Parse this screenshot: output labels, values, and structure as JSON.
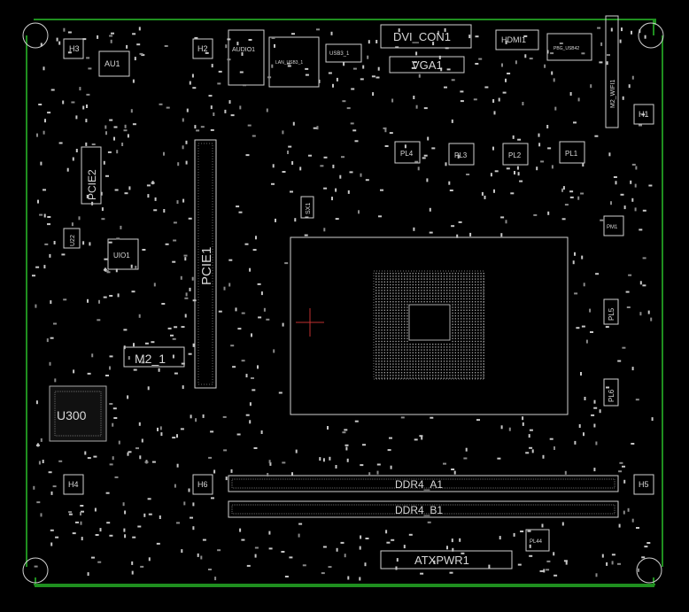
{
  "board": {
    "outline_color": "#1f8f1f",
    "silk_color": "#d0d0d0",
    "background": "#000000"
  },
  "labels": {
    "h3_top": "H3",
    "au1": "AU1",
    "h2": "H2",
    "audio1": "AUDIO1",
    "lan_usb": "LAN_USB3_1",
    "usb": "USB3_1",
    "dvi": "DVI_CON1",
    "vga": "VGA1",
    "hdmi": "HDMI1",
    "usb_c": "PBG_USB42",
    "m2_wifi": "M2_WIFI1",
    "h1": "H1",
    "pl4": "PL4",
    "pl3": "PL3",
    "pl2": "PL2",
    "pl1": "PL1",
    "pcie2": "PCIE2",
    "sx1": "SX1",
    "u22": "U22",
    "uio1": "UIO1",
    "pcie1": "PCIE1",
    "pm1": "PM1",
    "pl5": "PL5",
    "m2_1": "M2_1",
    "pl6": "PL6",
    "u300": "U300",
    "h4": "H4",
    "h6": "H6",
    "ddr4_a1": "DDR4_A1",
    "ddr4_b1": "DDR4_B1",
    "h5": "H5",
    "pl44": "PL44",
    "atxpwr": "ATXPWR1"
  }
}
